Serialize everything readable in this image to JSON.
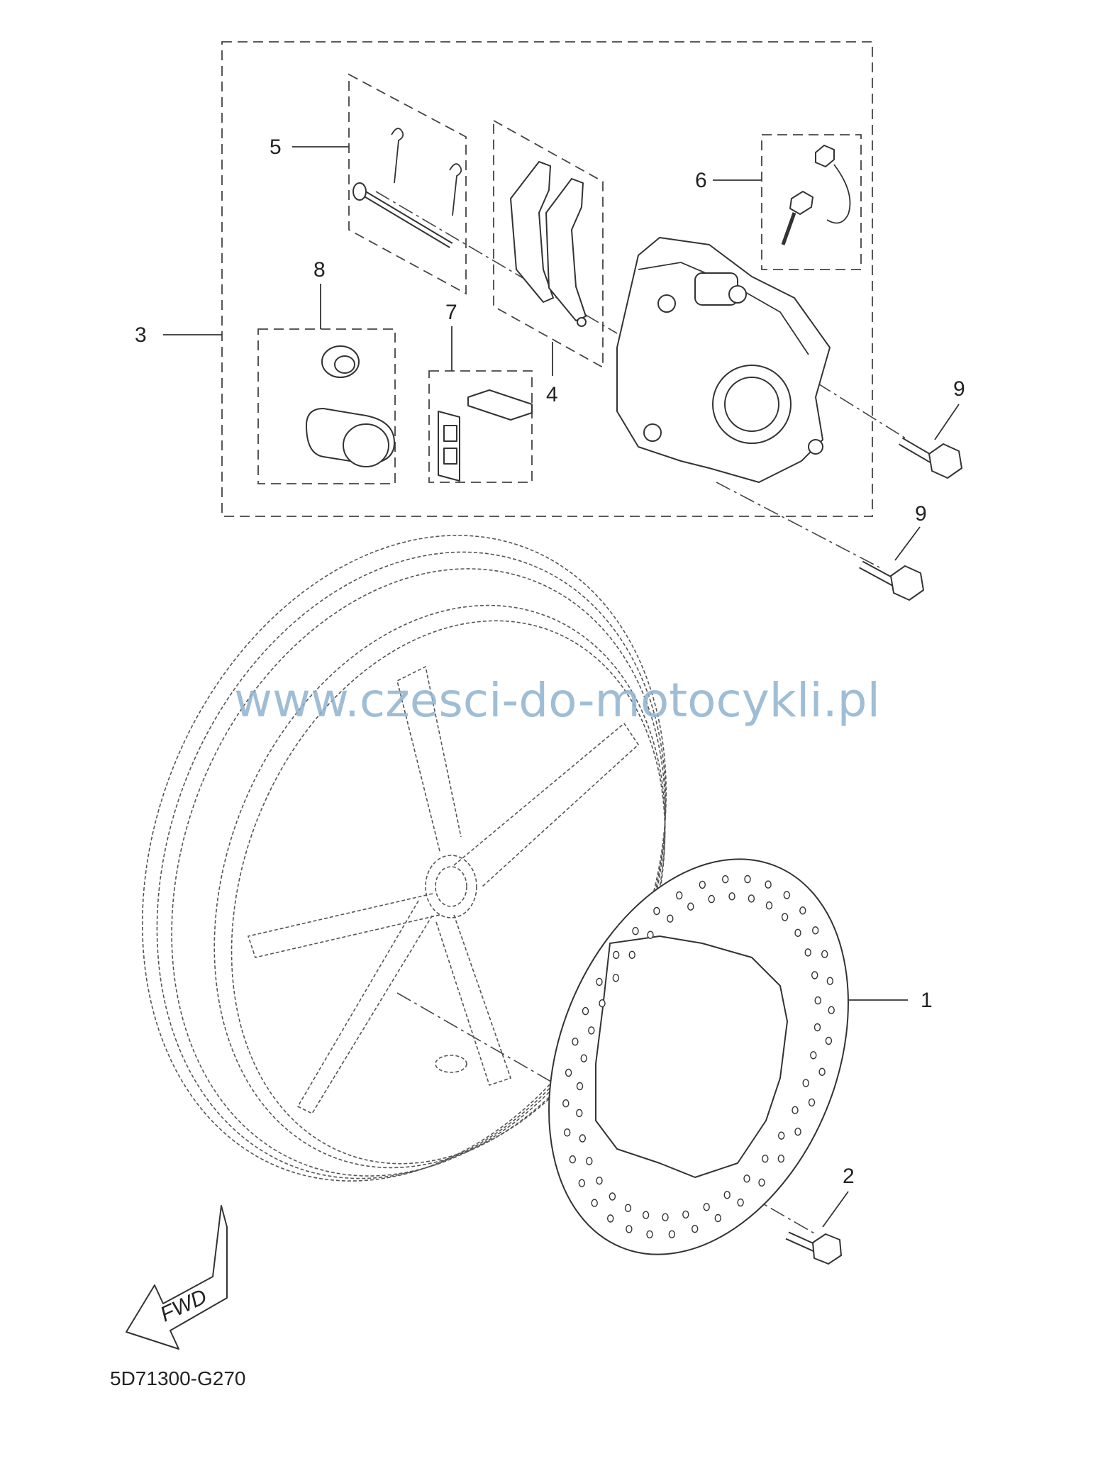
{
  "watermark": "www.czesci-do-motocykli.pl",
  "reference_code": "5D71300-G270",
  "fwd_label": "FWD",
  "callouts": [
    {
      "id": "callout-1",
      "text": "1"
    },
    {
      "id": "callout-2",
      "text": "2"
    },
    {
      "id": "callout-3",
      "text": "3"
    },
    {
      "id": "callout-4",
      "text": "4"
    },
    {
      "id": "callout-5",
      "text": "5"
    },
    {
      "id": "callout-6",
      "text": "6"
    },
    {
      "id": "callout-7",
      "text": "7"
    },
    {
      "id": "callout-8",
      "text": "8"
    },
    {
      "id": "callout-9a",
      "text": "9"
    },
    {
      "id": "callout-9b",
      "text": "9"
    }
  ]
}
